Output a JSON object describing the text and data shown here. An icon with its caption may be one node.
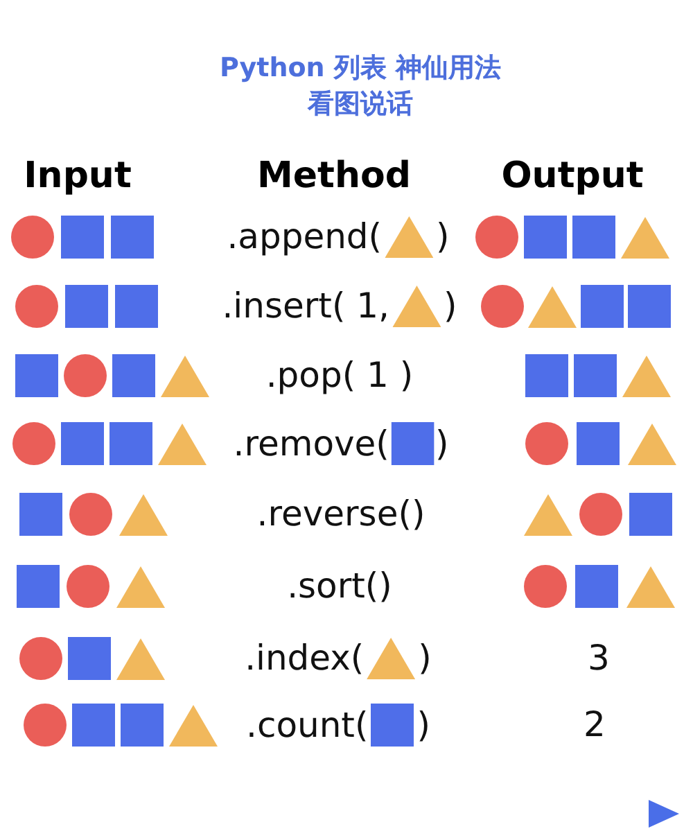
{
  "diagram": {
    "title": "Python 列表 神仙用法",
    "nodes": [
      {
        "text": [],
        "shape": "circle"
      },
      {
        "text": [],
        "shape": "square"
      },
      {
        "text": [],
        "shape": "square"
      },
      {
        "text": [],
        "shape": "triangle"
      },
      {
        "text": [],
        "shape": "circle"
      },
      {
        "text": [],
        "shape": "square"
      },
      {
        "text": [],
        "shape": "square"
      },
      {
        "text": [],
        "shape": "triangle"
      },
      {
        "text": [],
        "shape": "circle"
      },
      {
        "text": [],
        "shape": "square"
      },
      {
        "text": [],
        "shape": "square"
      },
      {
        "text": [],
        "shape": "triangle"
      },
      {
        "text": [],
        "shape": "circle"
      },
      {
        "text": [],
        "shape": "triangle"
      },
      {
        "text": [],
        "shape": "square"
      },
      {
        "text": [],
        "shape": "square"
      },
      {
        "text": [],
        "shape": "square"
      },
      {
        "text": [],
        "shape": "circle"
      },
      {
        "text": [],
        "shape": "square"
      },
      {
        "text": [],
        "shape": "triangle"
      },
      {
        "text": [],
        "shape": "square"
      },
      {
        "text": [],
        "shape": "square"
      },
      {
        "text": [],
        "shape": "triangle"
      },
      {
        "text": [],
        "shape": "circle"
      },
      {
        "text": [],
        "shape": "square"
      },
      {
        "text": [],
        "shape": "square"
      },
      {
        "text": [],
        "shape": "triangle"
      },
      {
        "text": [],
        "shape": "square"
      },
      {
        "text": [],
        "shape": "circle"
      },
      {
        "text": [],
        "shape": "square"
      },
      {
        "text": [],
        "shape": "triangle"
      },
      {
        "text": [],
        "shape": "square"
      },
      {
        "text": [],
        "shape": "circle"
      },
      {
        "text": [],
        "shape": "triangle"
      },
      {
        "text": [],
        "shape": "triangle"
      },
      {
        "text": [],
        "shape": "circle"
      },
      {
        "text": [],
        "shape": "square"
      },
      {
        "text": [],
        "shape": "square"
      },
      {
        "text": [],
        "shape": "circle"
      },
      {
        "text": [],
        "shape": "triangle"
      },
      {
        "text": [],
        "shape": "circle"
      },
      {
        "text": [],
        "shape": "square"
      },
      {
        "text": [],
        "shape": "triangle"
      },
      {
        "text": [],
        "shape": "circle"
      },
      {
        "text": [],
        "shape": "square"
      },
      {
        "text": [],
        "shape": "triangle"
      },
      {
        "text": [],
        "shape": "triangle"
      },
      {
        "text": [],
        "shape": "circle"
      },
      {
        "text": [],
        "shape": "square"
      },
      {
        "text": [],
        "shape": "square"
      },
      {
        "text": [],
        "shape": "triangle"
      },
      {
        "text": [],
        "shape": "square"
      }
    ],
    "labels": [
      "看图说话",
      "Input",
      "Method",
      "Output",
      ".append(",
      ")",
      ".insert( 1,",
      ")",
      ".pop( 1 )",
      ".remove(",
      ")",
      ".reverse()",
      ".sort()",
      ".index(",
      ")",
      "3",
      ".count(",
      ")",
      "2"
    ]
  }
}
